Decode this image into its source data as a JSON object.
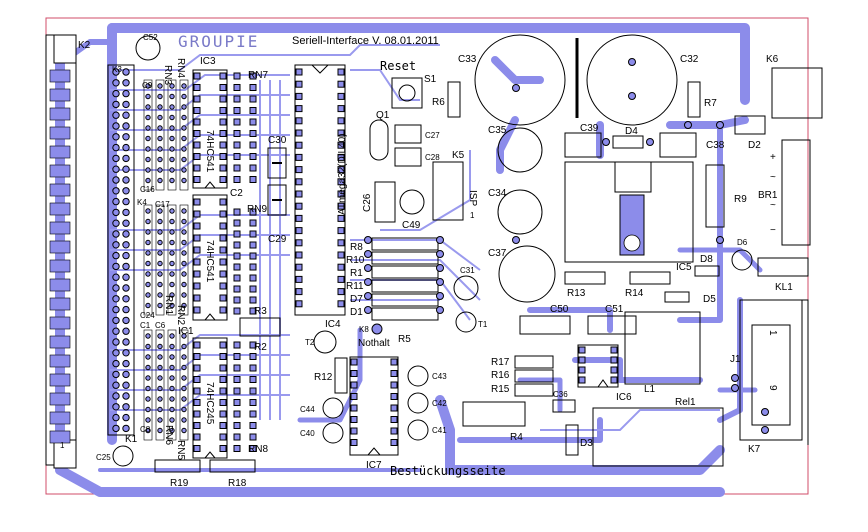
{
  "board": {
    "title": "GROUPIE",
    "subtitle": "Seriell-Interface V. 08.01.2011",
    "bottom_text": "Bestückungsseite",
    "reset_label": "Reset",
    "nothalt_label": "Nothalt"
  },
  "connectors": {
    "k1": "K1",
    "k2": "K2",
    "k3": "K3",
    "k4": "K4",
    "k5": "K5",
    "k6": "K6",
    "k7": "K7",
    "k8": "K8",
    "kl1": "KL1",
    "j1": "J1",
    "isp": "ISP",
    "pin1": "1"
  },
  "ics": {
    "ic1": "IC1",
    "ic3": "IC3",
    "ic4": "IC4",
    "ic5": "IC5",
    "ic6": "IC6",
    "ic7": "IC7",
    "hc541_a": "74HC541",
    "hc541_b": "74HC541",
    "hc245": "74HC245",
    "mcu": "ATmega32(DIL40)"
  },
  "resistor_networks": {
    "rn1": "RN1",
    "rn2": "RN2",
    "rn3": "RN3",
    "rn4": "RN4",
    "rn5": "RN5",
    "rn6": "RN6",
    "rn7": "RN7",
    "rn8": "RN8",
    "rn9": "RN9"
  },
  "resistors": {
    "r1": "R1",
    "r2": "R2",
    "r3": "R3",
    "r4": "R4",
    "r5": "R5",
    "r6": "R6",
    "r7": "R7",
    "r8": "R8",
    "r9": "R9",
    "r10": "R10",
    "r11": "R11",
    "r12": "R12",
    "r13": "R13",
    "r14": "R14",
    "r15": "R15",
    "r16": "R16",
    "r17": "R17",
    "r18": "R18",
    "r19": "R19"
  },
  "capacitors": {
    "c1": "C1",
    "c2": "C2",
    "c6": "C6",
    "c8": "C8",
    "c9": "C9",
    "c16": "C16",
    "c17": "C17",
    "c24": "C24",
    "c25": "C25",
    "c26": "C26",
    "c27": "C27",
    "c28": "C28",
    "c29": "C29",
    "c30": "C30",
    "c31": "C31",
    "c32": "C32",
    "c33": "C33",
    "c34": "C34",
    "c35": "C35",
    "c36": "C36",
    "c37": "C37",
    "c38": "C38",
    "c39": "C39",
    "c40": "C40",
    "c41": "C41",
    "c42": "C42",
    "c43": "C43",
    "c44": "C44",
    "c49": "C49",
    "c50": "C50",
    "c51": "C51",
    "c52": "C52"
  },
  "diodes": {
    "d1": "D1",
    "d2": "D2",
    "d3": "D3",
    "d4": "D4",
    "d5": "D5",
    "d6": "D6",
    "d7": "D7",
    "d8": "D8",
    "br1": "BR1"
  },
  "misc": {
    "t1": "T1",
    "t2": "T2",
    "q1": "Q1",
    "s1": "S1",
    "l1": "L1",
    "rel1": "Rel1",
    "plus": "+",
    "minus": "−",
    "tilde1": "~",
    "tilde2": "~",
    "j1_pin1": "1",
    "j1_pin9": "9",
    "k3_pin1": "1"
  },
  "colors": {
    "trace": "#8c8cea",
    "outline": "#000000",
    "board_edge": "#d04c6a",
    "title": "#7a7ac8"
  }
}
